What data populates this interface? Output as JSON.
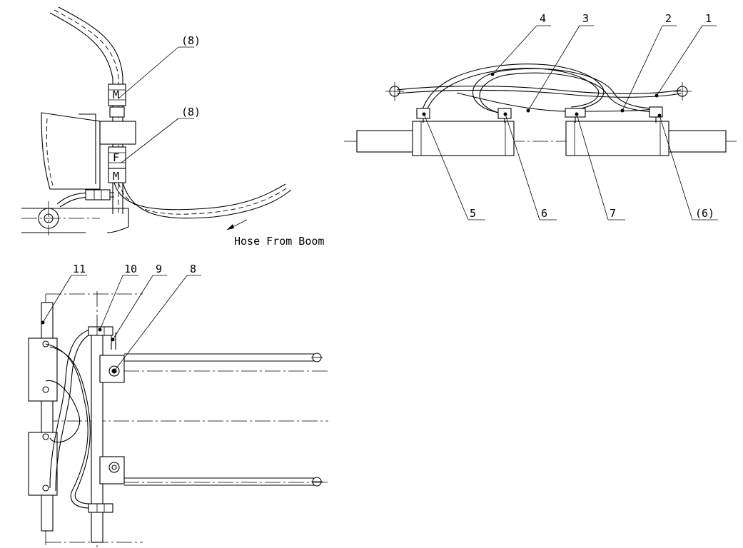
{
  "views": {
    "boom": {
      "callout_top": "(8)",
      "callout_bottom": "(8)",
      "note": "Hose From Boom",
      "fitting_upper": "M",
      "fitting_lower": "F",
      "fitting_mid": "M"
    },
    "front": {
      "callouts": [
        "4",
        "3",
        "2",
        "1",
        "5",
        "6",
        "7",
        "(6)"
      ]
    },
    "side": {
      "callouts": [
        "11",
        "10",
        "9",
        "8"
      ]
    }
  }
}
